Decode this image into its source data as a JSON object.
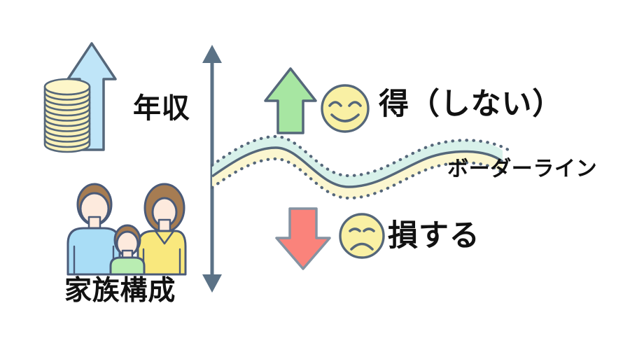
{
  "diagram": {
    "income_label": "年収",
    "family_label": "家族構成",
    "gain_label": "得（しない）",
    "loss_label": "損する",
    "borderline_label": "ボーダーライン"
  },
  "colors": {
    "text": "#111111",
    "outline": "#55677a",
    "axis": "#5b7286",
    "figure_outline": "#4a5a78",
    "blue_arrow": "#bfe5f8",
    "coin": "#fbf2ba",
    "coin_top": "#fdf6c9",
    "green_arrow": "#a7e6a2",
    "red_arrow": "#fa837b",
    "red_arrow_outline": "#8593a2",
    "emoji": "#f9f0a4",
    "wave_top_band": "#d8f1ea",
    "wave_bottom_band": "#fbf6d0",
    "skin": "#fdeadd",
    "hair": "#a67c52",
    "shirt_father": "#a9ddf6",
    "shirt_mother": "#f9e87d",
    "shirt_child": "#b9edb2"
  }
}
